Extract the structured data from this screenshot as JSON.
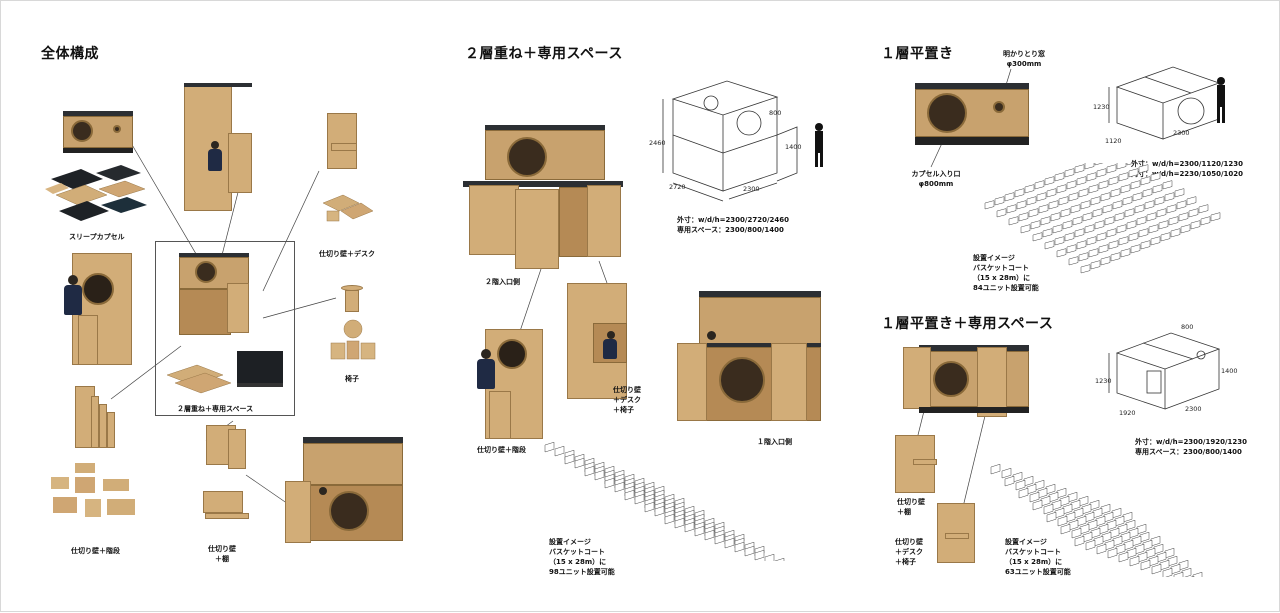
{
  "sections": {
    "overall": {
      "title": "全体構成"
    },
    "two_layer": {
      "title": "２層重ね＋専用スペース"
    },
    "one_layer": {
      "title": "１層平置き"
    },
    "one_layer_space": {
      "title": "１層平置き＋専用スペース"
    }
  },
  "overall": {
    "sleep_capsule": "スリープカプセル",
    "partition_desk": "仕切り壁＋デスク",
    "chair": "椅子",
    "two_layer_space": "２層重ね＋専用スペース",
    "partition_stairs": "仕切り壁＋階段",
    "partition_shelf": "仕切り壁\n＋棚"
  },
  "two_layer": {
    "entrance_2f": "２階入口側",
    "entrance_1f": "１階入口側",
    "partition_stairs": "仕切り壁＋階段",
    "partition_desk_chair": "仕切り壁\n＋デスク\n＋椅子",
    "spec": "外寸：w/d/h=2300/2720/2460\n専用スペース：2300/800/1400",
    "layout_note": "設置イメージ\nバスケットコート\n（15 x 28m）に\n98ユニット設置可能",
    "dims": {
      "h": "2460",
      "d": "2720",
      "w": "2300",
      "space_d": "800",
      "space_h": "1400"
    }
  },
  "one_layer": {
    "light_window": "明かりとり窓\nφ300mm",
    "capsule_entrance": "カプセル入り口\nφ800mm",
    "spec": "外寸：w/d/h=2300/1120/1230\n内寸：w/d/h=2230/1050/1020",
    "layout_note": "設置イメージ\nバスケットコート\n（15 x 28m）に\n84ユニット設置可能",
    "dims": {
      "h": "1230",
      "d": "1120",
      "w": "2300"
    }
  },
  "one_layer_space": {
    "partition_shelf": "仕切り壁\n＋棚",
    "partition_desk_chair": "仕切り壁\n＋デスク\n＋椅子",
    "spec": "外寸：w/d/h=2300/1920/1230\n専用スペース：2300/800/1400",
    "layout_note": "設置イメージ\nバスケットコート\n（15 x 28m）に\n63ユニット設置可能",
    "dims": {
      "h": "1230",
      "d": "1920",
      "w": "2300",
      "space_d": "800",
      "space_h": "1400"
    }
  }
}
